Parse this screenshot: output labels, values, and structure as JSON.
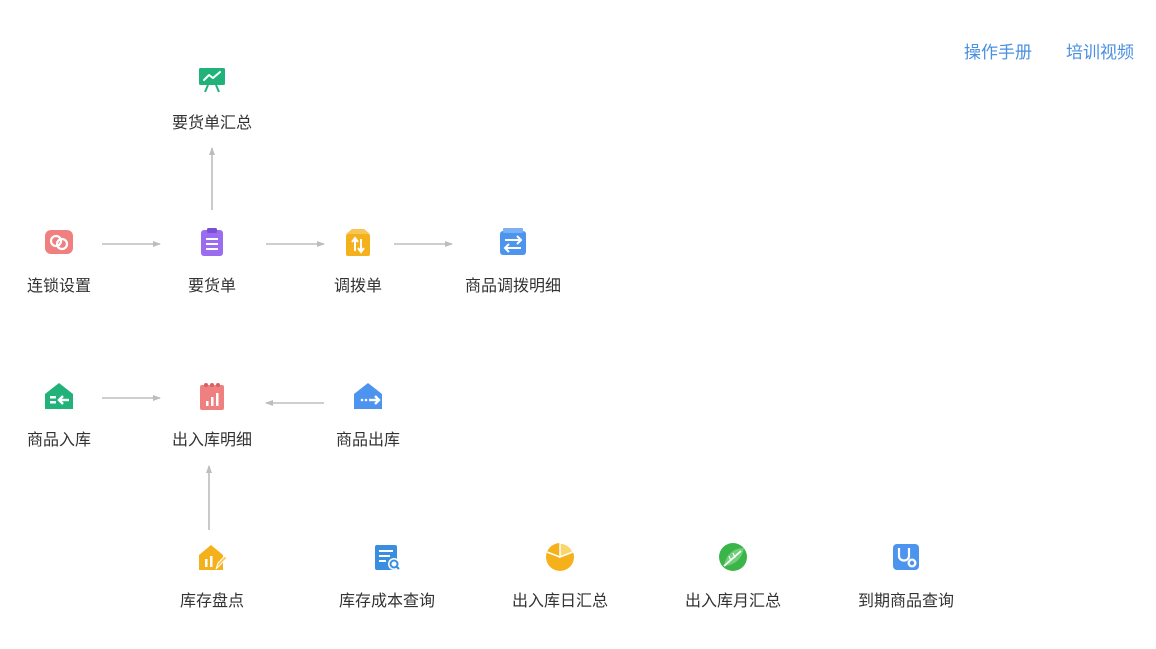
{
  "links": {
    "manual": "操作手册",
    "video": "培训视频"
  },
  "colors": {
    "link": "#4a90e2",
    "arrow": "#bdbdbd",
    "green": "#21b27a",
    "red": "#f07f80",
    "purple": "#9b6cf0",
    "orange": "#f5b11c",
    "blue": "#4c94ee",
    "leaf_green": "#3bb54a"
  },
  "nodes": {
    "order_summary": {
      "label": "要货单汇总",
      "icon": "presentation-chart-icon"
    },
    "chain_settings": {
      "label": "连锁设置",
      "icon": "chain-link-icon"
    },
    "order_form": {
      "label": "要货单",
      "icon": "clipboard-list-icon"
    },
    "transfer_form": {
      "label": "调拨单",
      "icon": "transfer-sort-icon"
    },
    "transfer_detail": {
      "label": "商品调拨明细",
      "icon": "swap-arrows-icon"
    },
    "goods_inbound": {
      "label": "商品入库",
      "icon": "warehouse-inbound-icon"
    },
    "io_detail": {
      "label": "出入库明细",
      "icon": "calendar-bars-icon"
    },
    "goods_outbound": {
      "label": "商品出库",
      "icon": "warehouse-outbound-icon"
    },
    "stocktake": {
      "label": "库存盘点",
      "icon": "house-pencil-icon"
    },
    "cost_query": {
      "label": "库存成本查询",
      "icon": "document-search-icon"
    },
    "daily_summary": {
      "label": "出入库日汇总",
      "icon": "pie-chart-icon"
    },
    "monthly_summary": {
      "label": "出入库月汇总",
      "icon": "leaf-circle-icon"
    },
    "expiry_query": {
      "label": "到期商品查询",
      "icon": "stethoscope-icon"
    }
  }
}
